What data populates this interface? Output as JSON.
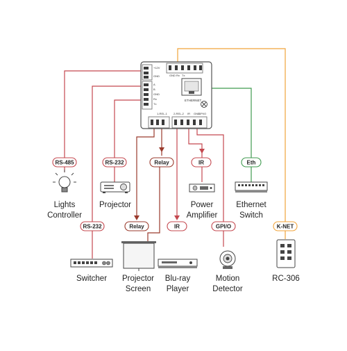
{
  "colors": {
    "rs485": "#c4484f",
    "rs232": "#c4484f",
    "relay": "#9a3a2c",
    "ir": "#c4484f",
    "gpio": "#c4484f",
    "eth": "#3f9a4f",
    "knet": "#f0a33a",
    "pill_border_red": "#c4484f",
    "pill_border_green": "#3f9a4f",
    "pill_border_orange": "#f0a33a"
  },
  "controller": {
    "ethernet_label": "ETHERNET",
    "pin_labels": [
      "+12V",
      "GND",
      "A",
      "B",
      "GND",
      "Rx",
      "Tx",
      "GND",
      "Rx",
      "Tx",
      "1-REL-1",
      "2-REL-2",
      "IR",
      "GND",
      "GPI/O"
    ]
  },
  "connections": [
    {
      "id": "lights",
      "port": "RS-485",
      "icon": "lightbulb-icon",
      "label_lines": [
        "Lights",
        "Controller"
      ]
    },
    {
      "id": "projector",
      "port": "RS-232",
      "icon": "projector-icon",
      "label_lines": [
        "Projector"
      ]
    },
    {
      "id": "switcher",
      "port": "RS-232",
      "icon": "switcher-icon",
      "label_lines": [
        "Switcher"
      ]
    },
    {
      "id": "screen",
      "port": "Relay",
      "icon": "projector-screen-icon",
      "label_lines": [
        "Projector",
        "Screen"
      ]
    },
    {
      "id": "screen2",
      "port": "Relay",
      "icon": "",
      "label_lines": []
    },
    {
      "id": "amplifier",
      "port": "IR",
      "icon": "power-amplifier-icon",
      "label_lines": [
        "Power",
        "Amplifier"
      ]
    },
    {
      "id": "bluray",
      "port": "IR",
      "icon": "bluray-player-icon",
      "label_lines": [
        "Blu-ray",
        "Player"
      ]
    },
    {
      "id": "motion",
      "port": "GPI/O",
      "icon": "motion-detector-icon",
      "label_lines": [
        "Motion",
        "Detector"
      ]
    },
    {
      "id": "ethernet",
      "port": "Eth",
      "icon": "ethernet-switch-icon",
      "label_lines": [
        "Ethernet",
        "Switch"
      ]
    },
    {
      "id": "rc306",
      "port": "K-NET",
      "icon": "keypad-icon",
      "label_lines": [
        "RC-306"
      ]
    }
  ]
}
